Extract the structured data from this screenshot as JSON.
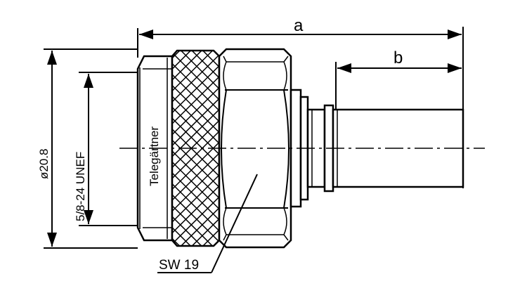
{
  "drawing": {
    "dimension_overall_length": "a",
    "dimension_cable_length": "b",
    "dimension_diameter": "ø20.8",
    "dimension_thread": "5/8-24 UNEF",
    "brand_text": "Telegärtner",
    "wrench_size_callout": "SW 19"
  },
  "colors": {
    "ink": "#000000",
    "paper": "#ffffff"
  }
}
